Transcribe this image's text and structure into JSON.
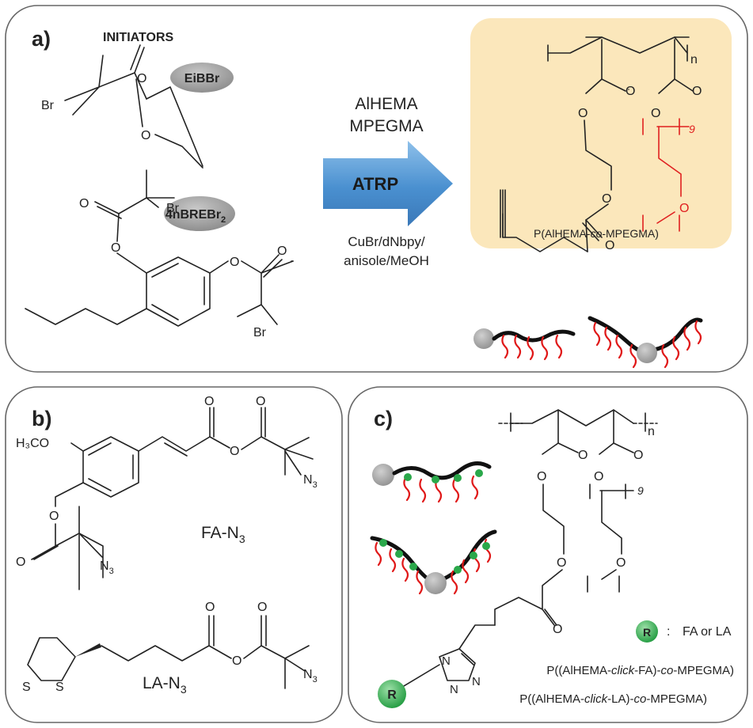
{
  "panel_a": {
    "label": "a)",
    "initiators_title": "INITIATORS",
    "initiator1": "EiBBr",
    "initiator2": "4nBREBr",
    "initiator2_sub": "2",
    "br": "Br",
    "monomer1": "AlHEMA",
    "monomer2": "MPEGMA",
    "arrow_label": "ATRP",
    "conditions_1": "CuBr/dNbpy/",
    "conditions_2": "anisole/MeOH",
    "n": "n",
    "nine": "9",
    "product_prefix": "P(AlHEMA-",
    "product_co": "co",
    "product_suffix": "-MPEGMA)"
  },
  "panel_b": {
    "label": "b)",
    "h3co": "H₃CO",
    "fa": "FA-N",
    "la": "LA-N",
    "sub3": "3",
    "n3": "N",
    "s": "S",
    "o": "O"
  },
  "panel_c": {
    "label": "c)",
    "n": "n",
    "nine": "9",
    "r": "R",
    "colon": ":",
    "r_meaning": "FA or LA",
    "n_atom": "N",
    "prod1_a": "P((AlHEMA-",
    "prod1_click": "click",
    "prod1_b": "-FA)-",
    "prod1_co": "co",
    "prod1_c": "-MPEGMA)",
    "prod2_a": "P((AlHEMA-",
    "prod2_click": "click",
    "prod2_b": "-LA)-",
    "prod2_co": "co",
    "prod2_c": "-MPEGMA)"
  },
  "colors": {
    "product_bg": "#fbe7bb",
    "arrow": "#4a90d0",
    "pill": "#a4a4a4",
    "node": "#a4a4a4",
    "green": "#2aa84a",
    "red": "#e01818"
  }
}
